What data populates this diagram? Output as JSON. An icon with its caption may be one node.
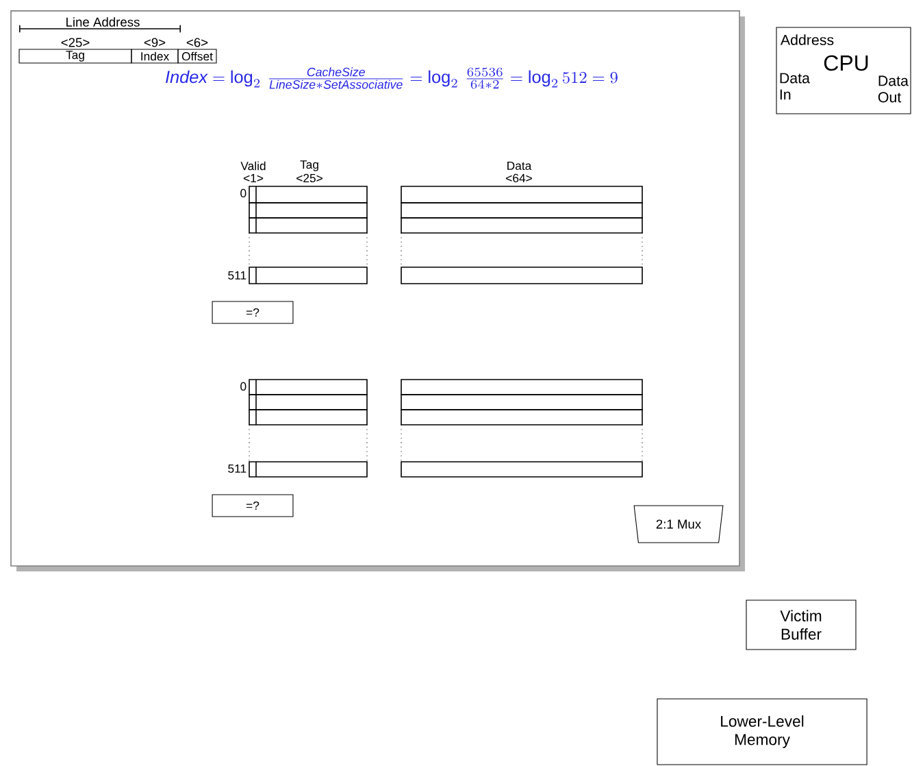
{
  "diagram": {
    "nodes": [
      {
        "text": [],
        "shape": "box"
      },
      {
        "text": [
          "Tag"
        ],
        "beside": [
          "<25>"
        ],
        "in": 0
      },
      {
        "text": [
          "Index"
        ],
        "beside": [
          "<9>"
        ],
        "in": 0
      },
      {
        "text": [
          "Offset"
        ],
        "beside": [
          "<6>"
        ],
        "in": 0
      },
      {
        "text": [
          "=?"
        ],
        "in": 0
      },
      {
        "text": [
          "=?"
        ],
        "in": 0
      },
      {
        "text": [
          "2:1 Mux"
        ],
        "in": 0
      },
      {
        "text": [
          "Address",
          "CPU",
          "Data In",
          "Data Out"
        ]
      },
      {
        "text": [
          "Victim Buffer"
        ]
      },
      {
        "text": [
          "Lower-Level Memory"
        ]
      }
    ],
    "edges": [],
    "labels": [
      "Line Address",
      "\\mathit{Index}=\\log_2\\,\\frac{\\mathit{CacheSize}}{\\mathit{LineSize}*\\mathit{SetAssociative}}=\\log_2\\,\\frac{65536}{64*2}=\\log_2 512=9",
      "Valid",
      "<1>",
      "Tag",
      "<25>",
      "Data",
      "<64>",
      "0",
      "511",
      "0",
      "511"
    ]
  }
}
